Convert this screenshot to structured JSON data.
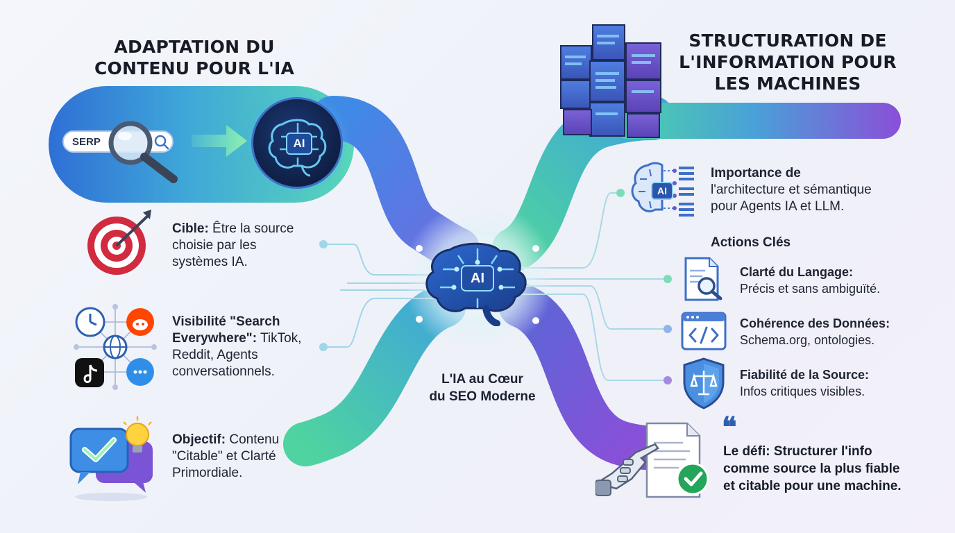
{
  "left_section": {
    "title_line1": "ADAPTATION DU",
    "title_line2": "CONTENU POUR L'IA",
    "serp_label": "SERP",
    "ai_badge": "AI",
    "items": [
      {
        "label": "Cible:",
        "text_line1": " Être la source",
        "text_line2": "choisie par les",
        "text_line3": "systèmes IA."
      },
      {
        "label_line1": "Visibilité \"Search",
        "label_line2": "Everywhere\":",
        "text_line2": " TikTok,",
        "text_line3": "Reddit, Agents",
        "text_line4": "conversationnels."
      },
      {
        "label": "Objectif:",
        "text_line1": " Contenu",
        "text_line2": "\"Citable\" et Clarté",
        "text_line3": "Primordiale."
      }
    ]
  },
  "center": {
    "ai_badge": "AI",
    "caption_line1": "L'IA au Cœur",
    "caption_line2": "du SEO Moderne"
  },
  "right_section": {
    "title_line1": "STRUCTURATION DE",
    "title_line2": "L'INFORMATION POUR",
    "title_line3": "LES MACHINES",
    "importance": {
      "ai_badge": "AI",
      "line1": "Importance de",
      "line2": "l'architecture et sémantique",
      "line3": "pour Agents IA et LLM."
    },
    "actions_title": "Actions Clés",
    "actions": [
      {
        "label": "Clarté du Langage:",
        "desc": "Précis et sans ambiguïté."
      },
      {
        "label": "Cohérence des Données:",
        "desc": "Schema.org, ontologies."
      },
      {
        "label": "Fiabilité de la Source:",
        "desc": "Infos critiques visibles."
      }
    ],
    "quote_mark": "❝",
    "quote_line1": "Le défi: Structurer l'info",
    "quote_line2": "comme source la plus fiable",
    "quote_line3": "et citable pour une machine."
  },
  "colors": {
    "blue": "#3f7fe0",
    "teal": "#3ec9b0",
    "green": "#5fd98c",
    "purple": "#7b4bd8",
    "navy": "#16234a"
  }
}
